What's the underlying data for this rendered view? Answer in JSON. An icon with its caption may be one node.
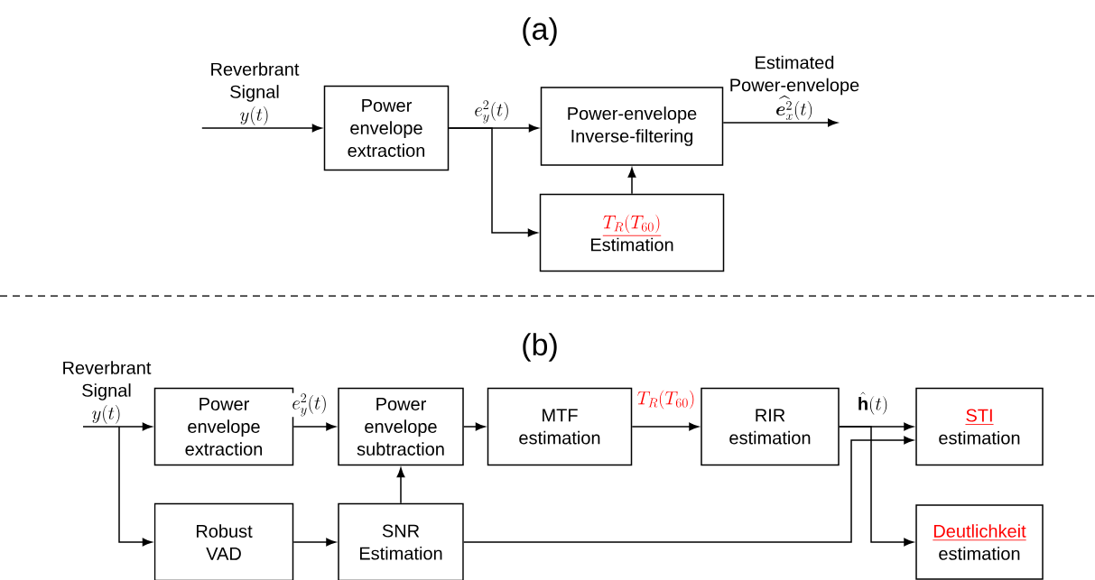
{
  "diagram": {
    "nodes": [
      {
        "text": [
          "Reverbrant Signal",
          "y(t)"
        ]
      },
      {
        "text": [
          "Power envelope extraction"
        ]
      },
      {
        "text": [
          "Power-envelope Inverse-filtering"
        ]
      },
      {
        "text": [
          "T_R(T_{60})",
          "Estimation"
        ]
      },
      {
        "text": [
          "Estimated Power-envelope",
          "\\widehat{\\boldsymbol{e}_x^2}(t)"
        ]
      },
      {
        "text": [
          "Reverbrant Signal",
          "y(t)"
        ]
      },
      {
        "text": [
          "Power envelope extraction"
        ]
      },
      {
        "text": [
          "Power envelope subtraction"
        ]
      },
      {
        "text": [
          "MTF estimation"
        ]
      },
      {
        "text": [
          "RIR estimation"
        ]
      },
      {
        "text": [
          "STI",
          "estimation"
        ]
      },
      {
        "text": [
          "Robust VAD"
        ]
      },
      {
        "text": [
          "SNR Estimation"
        ]
      },
      {
        "text": [
          "Deutlichkeit",
          "estimation"
        ]
      }
    ],
    "edges": [
      {
        "from": 0,
        "to": 1,
        "arrow": "to"
      },
      {
        "from": 1,
        "to": 2,
        "arrow": "to",
        "label": "e_y^2(t)"
      },
      {
        "from": 1,
        "to": 3,
        "arrow": "to"
      },
      {
        "from": 3,
        "to": 2,
        "arrow": "to"
      },
      {
        "from": 2,
        "to": 4,
        "arrow": "to"
      },
      {
        "from": 5,
        "to": 6,
        "arrow": "to"
      },
      {
        "from": 5,
        "to": 11,
        "arrow": "to"
      },
      {
        "from": 6,
        "to": 7,
        "arrow": "to",
        "label": "e_y^2(t)"
      },
      {
        "from": 7,
        "to": 8,
        "arrow": "to"
      },
      {
        "from": 8,
        "to": 9,
        "arrow": "to",
        "label": "T_R(T_{60})"
      },
      {
        "from": 9,
        "to": 10,
        "arrow": "to",
        "label": "\\hat{\\mathbf{h}}(t)"
      },
      {
        "from": 9,
        "to": 13,
        "arrow": "to"
      },
      {
        "from": 12,
        "to": 10,
        "arrow": "to"
      },
      {
        "from": 11,
        "to": 12,
        "arrow": "to"
      },
      {
        "from": 12,
        "to": 7,
        "arrow": "to"
      }
    ],
    "labels": [
      "(a)",
      "(b)"
    ]
  }
}
